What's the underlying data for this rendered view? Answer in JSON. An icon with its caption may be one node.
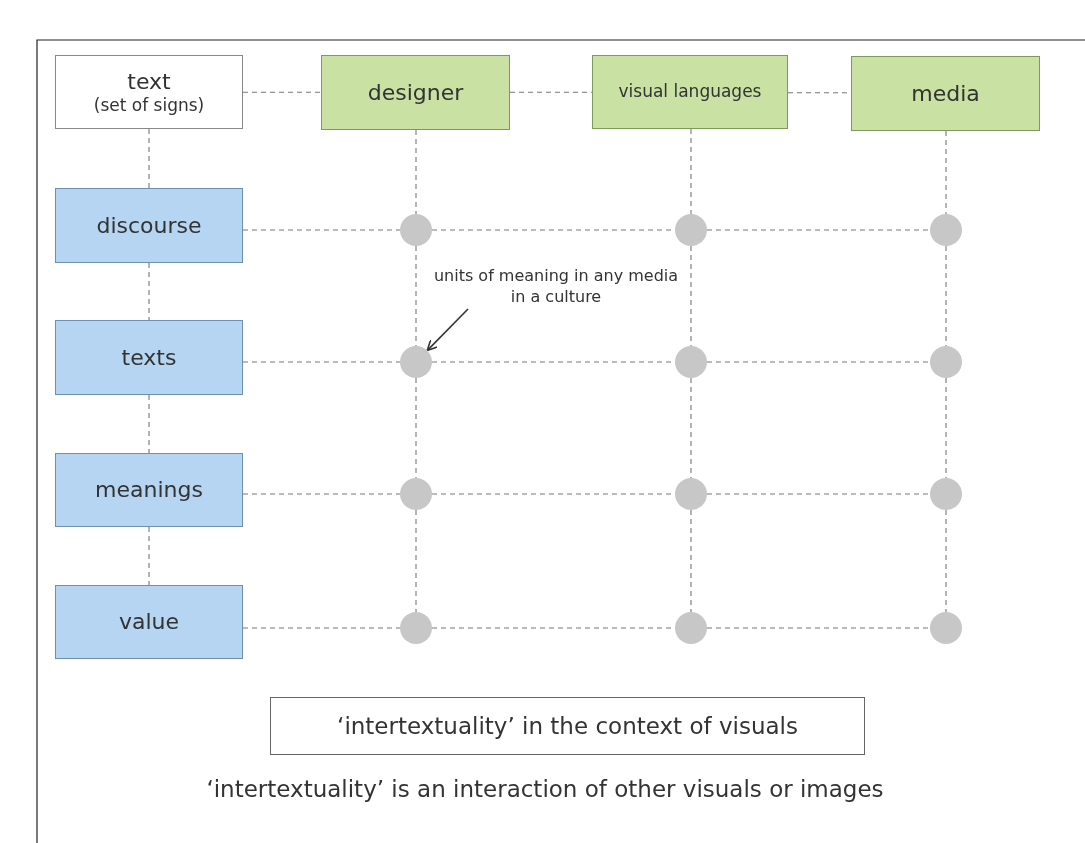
{
  "diagram": {
    "caption": "‘intertextuality’ is an interaction of other visuals or images",
    "nodes": [
      {
        "text": [
          "text",
          "(set of signs)"
        ]
      },
      {
        "text": [
          "designer"
        ]
      },
      {
        "text": [
          "visual languages"
        ]
      },
      {
        "text": [
          "media"
        ]
      },
      {
        "text": [
          "discourse"
        ]
      },
      {
        "text": [
          "texts"
        ]
      },
      {
        "text": [
          "meanings"
        ]
      },
      {
        "text": [
          "value"
        ]
      },
      {
        "text": [],
        "shape": "circle"
      },
      {
        "text": [],
        "shape": "circle"
      },
      {
        "text": [],
        "shape": "circle"
      },
      {
        "text": [],
        "shape": "circle"
      },
      {
        "text": [],
        "shape": "circle"
      },
      {
        "text": [],
        "shape": "circle"
      },
      {
        "text": [],
        "shape": "circle"
      },
      {
        "text": [],
        "shape": "circle"
      },
      {
        "text": [],
        "shape": "circle"
      },
      {
        "text": [],
        "shape": "circle"
      },
      {
        "text": [],
        "shape": "circle"
      },
      {
        "text": [],
        "shape": "circle"
      },
      {
        "text": [
          "units of meaning in any media in a culture"
        ]
      },
      {
        "text": [
          "‘intertextuality’ in the context of visuals"
        ]
      }
    ],
    "edges": [
      {
        "from": 0,
        "to": 1,
        "arrow": "none",
        "style": "dashed"
      },
      {
        "from": 1,
        "to": 2,
        "arrow": "none",
        "style": "dashed"
      },
      {
        "from": 2,
        "to": 3,
        "arrow": "none",
        "style": "dashed"
      },
      {
        "from": 0,
        "to": 4,
        "arrow": "none",
        "style": "dashed"
      },
      {
        "from": 4,
        "to": 5,
        "arrow": "none",
        "style": "dashed"
      },
      {
        "from": 5,
        "to": 6,
        "arrow": "none",
        "style": "dashed"
      },
      {
        "from": 6,
        "to": 7,
        "arrow": "none",
        "style": "dashed"
      },
      {
        "from": 4,
        "to": 8,
        "arrow": "none",
        "style": "dashed"
      },
      {
        "from": 8,
        "to": 9,
        "arrow": "none",
        "style": "dashed"
      },
      {
        "from": 9,
        "to": 10,
        "arrow": "none",
        "style": "dashed"
      },
      {
        "from": 5,
        "to": 11,
        "arrow": "none",
        "style": "dashed"
      },
      {
        "from": 11,
        "to": 12,
        "arrow": "none",
        "style": "dashed"
      },
      {
        "from": 12,
        "to": 13,
        "arrow": "none",
        "style": "dashed"
      },
      {
        "from": 6,
        "to": 14,
        "arrow": "none",
        "style": "dashed"
      },
      {
        "from": 14,
        "to": 15,
        "arrow": "none",
        "style": "dashed"
      },
      {
        "from": 15,
        "to": 16,
        "arrow": "none",
        "style": "dashed"
      },
      {
        "from": 7,
        "to": 17,
        "arrow": "none",
        "style": "dashed"
      },
      {
        "from": 17,
        "to": 18,
        "arrow": "none",
        "style": "dashed"
      },
      {
        "from": 18,
        "to": 19,
        "arrow": "none",
        "style": "dashed"
      },
      {
        "from": 1,
        "to": 8,
        "arrow": "none",
        "style": "dashed"
      },
      {
        "from": 8,
        "to": 11,
        "arrow": "none",
        "style": "dashed"
      },
      {
        "from": 11,
        "to": 14,
        "arrow": "none",
        "style": "dashed"
      },
      {
        "from": 14,
        "to": 17,
        "arrow": "none",
        "style": "dashed"
      },
      {
        "from": 2,
        "to": 9,
        "arrow": "none",
        "style": "dashed"
      },
      {
        "from": 9,
        "to": 12,
        "arrow": "none",
        "style": "dashed"
      },
      {
        "from": 12,
        "to": 15,
        "arrow": "none",
        "style": "dashed"
      },
      {
        "from": 15,
        "to": 18,
        "arrow": "none",
        "style": "dashed"
      },
      {
        "from": 3,
        "to": 10,
        "arrow": "none",
        "style": "dashed"
      },
      {
        "from": 10,
        "to": 13,
        "arrow": "none",
        "style": "dashed"
      },
      {
        "from": 13,
        "to": 16,
        "arrow": "none",
        "style": "dashed"
      },
      {
        "from": 16,
        "to": 19,
        "arrow": "none",
        "style": "dashed"
      },
      {
        "from": 20,
        "to": 11,
        "arrow": "to"
      }
    ]
  }
}
